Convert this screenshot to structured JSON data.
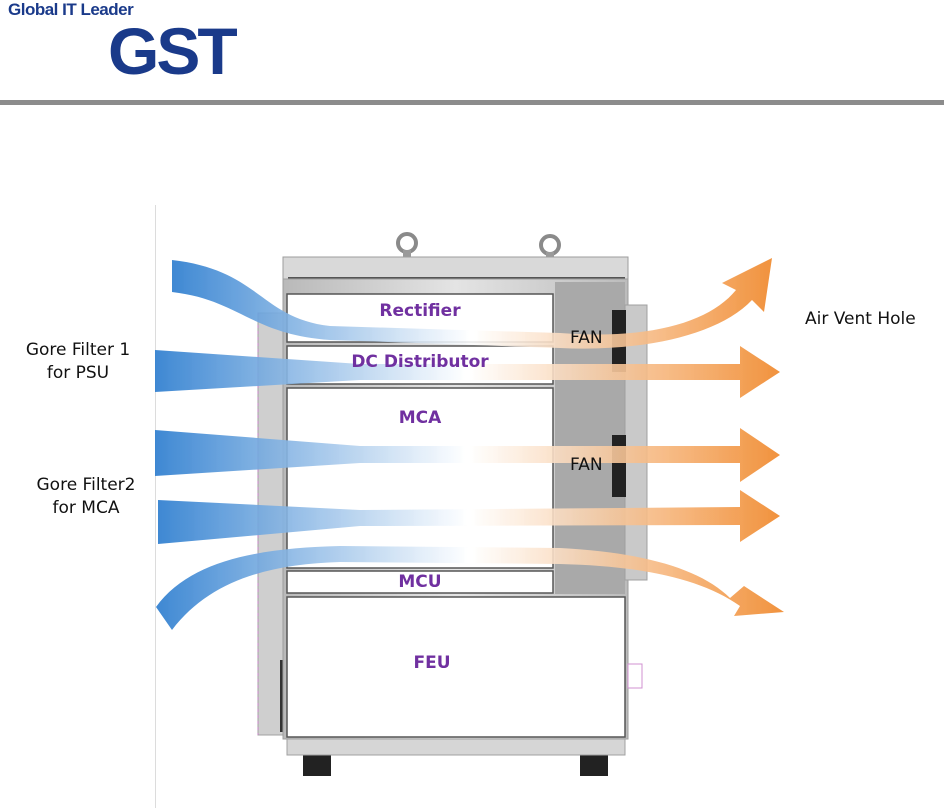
{
  "header": {
    "logo_tagline": "Global IT Leader",
    "logo_name": "GST",
    "brand_color": "#1a3a8a"
  },
  "labels": {
    "air_vent_hole": "Air Vent Hole",
    "gore_filter_1_line1": "Gore Filter 1",
    "gore_filter_1_line2": "for PSU",
    "gore_filter_2_line1": "Gore Filter2",
    "gore_filter_2_line2": "for MCA"
  },
  "modules": {
    "rectifier": "Rectifier",
    "dc_distributor": "DC Distributor",
    "mca": "MCA",
    "mcu": "MCU",
    "feu": "FEU"
  },
  "fans": {
    "fan_upper": "FAN",
    "fan_lower": "FAN"
  },
  "colors": {
    "intake_air": "#2f7fd0",
    "exhaust_air": "#f08a2e",
    "module_label": "#7030a0"
  }
}
